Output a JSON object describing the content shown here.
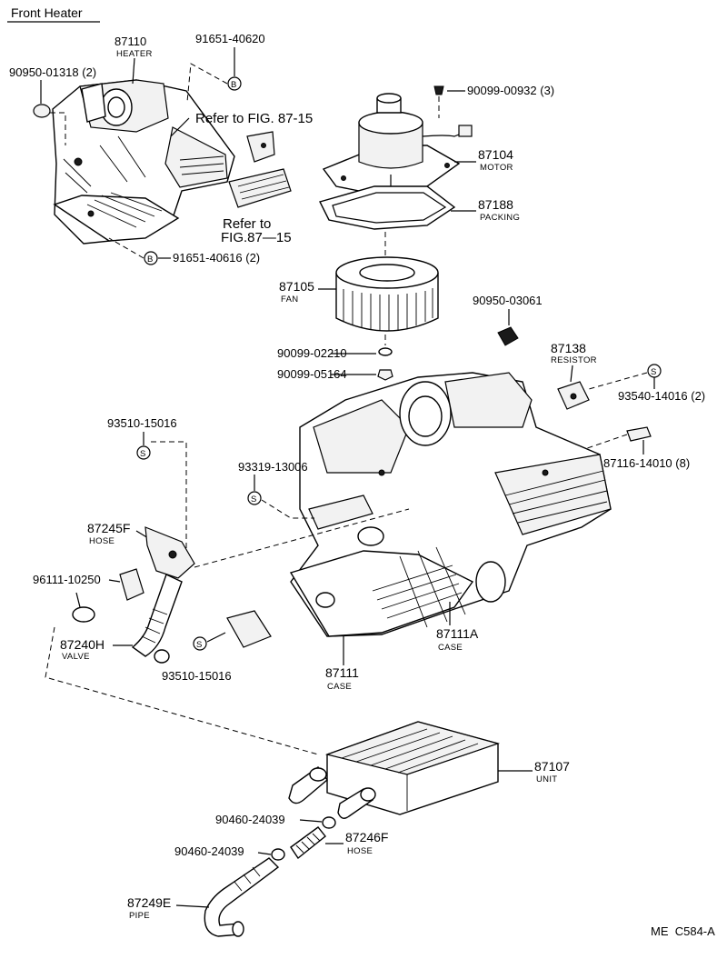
{
  "title": "Front Heater",
  "diagram_code": "ME  C584-A",
  "callouts": {
    "c87110": "87110",
    "c87110_sub": "HEATER",
    "c91651_40620": "91651-40620",
    "c90950_01318": "90950-01318 (2)",
    "ref_fig_1": "Refer to FIG. 87-15",
    "ref_fig_2a": "Refer  to",
    "ref_fig_2b": "FIG.87—15",
    "c91651_40616": "91651-40616 (2)",
    "c90099_00932": "90099-00932 (3)",
    "c87104": "87104",
    "c87104_sub": "MOTOR",
    "c87188": "87188",
    "c87188_sub": "PACKING",
    "c87105": "87105",
    "c87105_sub": "FAN",
    "c90950_03061": "90950-03061",
    "c90099_02210": "90099-02210",
    "c90099_05164": "90099-05164",
    "c87138": "87138",
    "c87138_sub": "RESISTOR",
    "c93540_14016": "93540-14016 (2)",
    "c87116_14010": "87116-14010 (8)",
    "c93510_15016_a": "93510-15016",
    "c93319_13006": "93319-13006",
    "c87245F": "87245F",
    "c87245F_sub": "HOSE",
    "c96111_10250": "96111-10250",
    "c87240H": "87240H",
    "c87240H_sub": "VALVE",
    "c93510_15016_b": "93510-15016",
    "c87111": "87111",
    "c87111_sub": "CASE",
    "c87111A": "87111A",
    "c87111A_sub": "CASE",
    "c87107": "87107",
    "c87107_sub": "UNIT",
    "c90460_24039_a": "90460-24039",
    "c87246F": "87246F",
    "c87246F_sub": "HOSE",
    "c90460_24039_b": "90460-24039",
    "c87249E": "87249E",
    "c87249E_sub": "PIPE"
  },
  "symbols": {
    "b_marker": "B",
    "s_marker": "S"
  }
}
